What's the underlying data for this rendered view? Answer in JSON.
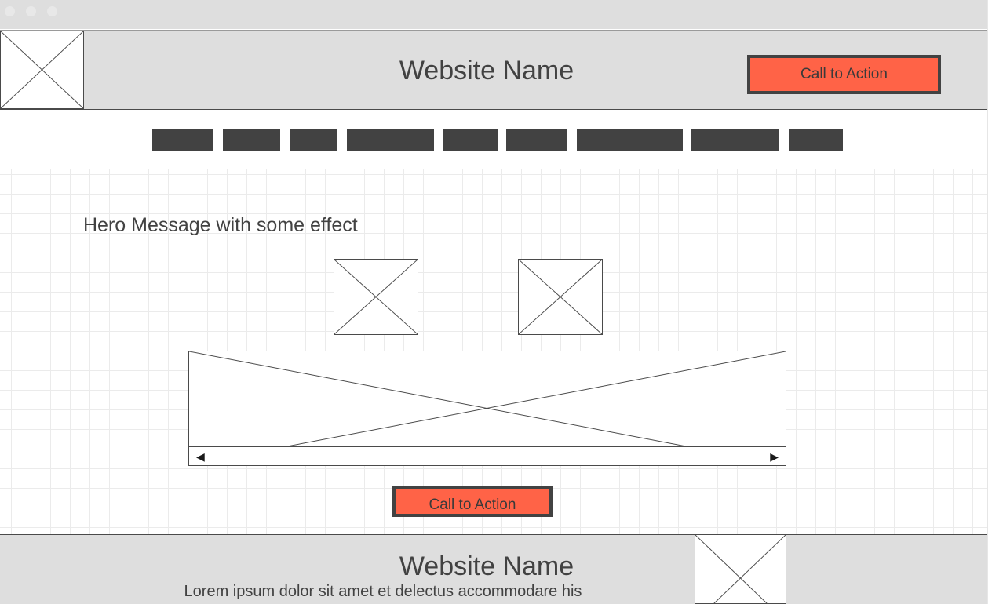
{
  "header": {
    "site_name": "Website Name",
    "cta_label": "Call to Action"
  },
  "nav": {
    "items": [
      "",
      "",
      "",
      "",
      "",
      "",
      "",
      "",
      ""
    ]
  },
  "hero": {
    "message": "Hero Message with some effect",
    "carousel_prev": "◀",
    "carousel_next": "▶",
    "cta_label": "Call to Action"
  },
  "footer": {
    "site_name": "Website Name",
    "text": "Lorem ipsum dolor sit amet et delectus accommodare his"
  },
  "colors": {
    "accent": "#ff6347",
    "header_bg": "#dedede",
    "dark": "#424242"
  }
}
